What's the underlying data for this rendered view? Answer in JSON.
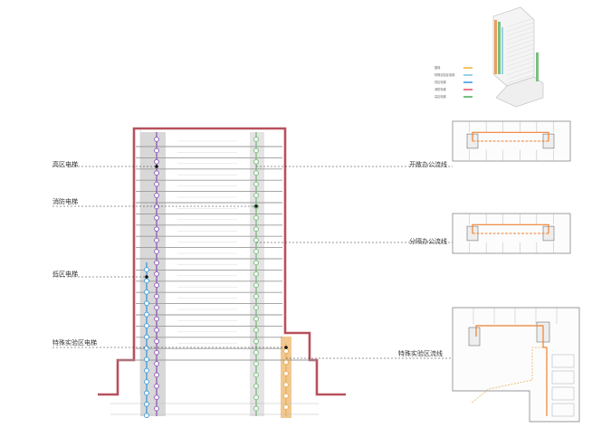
{
  "legend": {
    "items": [
      {
        "label": "楼梯",
        "color": "#f0c860"
      },
      {
        "label": "特殊实验区电梯",
        "color": "#9ad0e8"
      },
      {
        "label": "低区电梯",
        "color": "#6ab0ea"
      },
      {
        "label": "消防电梯",
        "color": "#e8788a"
      },
      {
        "label": "高区电梯",
        "color": "#78c080"
      }
    ]
  },
  "section_labels": {
    "high_zone": "高区电梯",
    "fire": "消防电梯",
    "low_zone": "低区电梯",
    "special_lab": "特殊实验区电梯"
  },
  "plan_labels": {
    "open_office": "开敞办公流线",
    "divided_office": "分隔办公流线",
    "special_lab": "特殊实验区流线"
  },
  "colors": {
    "building_outline": "#b8505e",
    "purple_elevator": "#8a5ab8",
    "blue_elevator": "#3a9ad8",
    "green_elevator": "#7ab87a",
    "stair_shaft": "#f0c890",
    "core_gray": "#d8d8d8",
    "floor_line": "#9a9a9a",
    "flow_orange": "#f08030"
  }
}
